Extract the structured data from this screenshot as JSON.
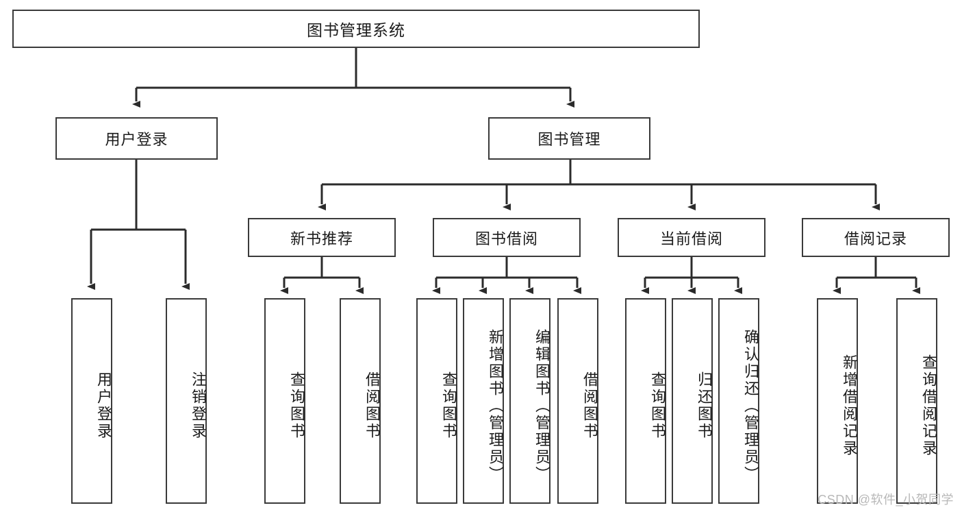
{
  "diagram": {
    "title": "图书管理系统",
    "type": "tree",
    "orientation": "top-down",
    "colors": {
      "box_border": "#3a3a3a",
      "box_fill": "#ffffff",
      "edge": "#2b2b2b",
      "text": "#1b1b1b",
      "watermark": "#b8b8b8",
      "background": "#ffffff"
    },
    "root": {
      "label": "图书管理系统"
    },
    "level2": [
      {
        "label": "用户登录"
      },
      {
        "label": "图书管理"
      }
    ],
    "level3": [
      {
        "label": "新书推荐"
      },
      {
        "label": "图书借阅"
      },
      {
        "label": "当前借阅"
      },
      {
        "label": "借阅记录"
      }
    ],
    "leaves": {
      "user_login": [
        {
          "label": "用户登录"
        },
        {
          "label": "注销登录"
        }
      ],
      "new_book": [
        {
          "label": "查询图书"
        },
        {
          "label": "借阅图书"
        }
      ],
      "book_borrow": [
        {
          "label": "查询图书"
        },
        {
          "label": "新增图书（管理员）"
        },
        {
          "label": "编辑图书（管理员）"
        },
        {
          "label": "借阅图书"
        }
      ],
      "current_borrow": [
        {
          "label": "查询图书"
        },
        {
          "label": "归还图书"
        },
        {
          "label": "确认归还（管理员）"
        }
      ],
      "borrow_record": [
        {
          "label": "新增借阅记录"
        },
        {
          "label": "查询借阅记录"
        }
      ]
    }
  },
  "watermark": {
    "text": "CSDN @软件_小贺同学"
  }
}
